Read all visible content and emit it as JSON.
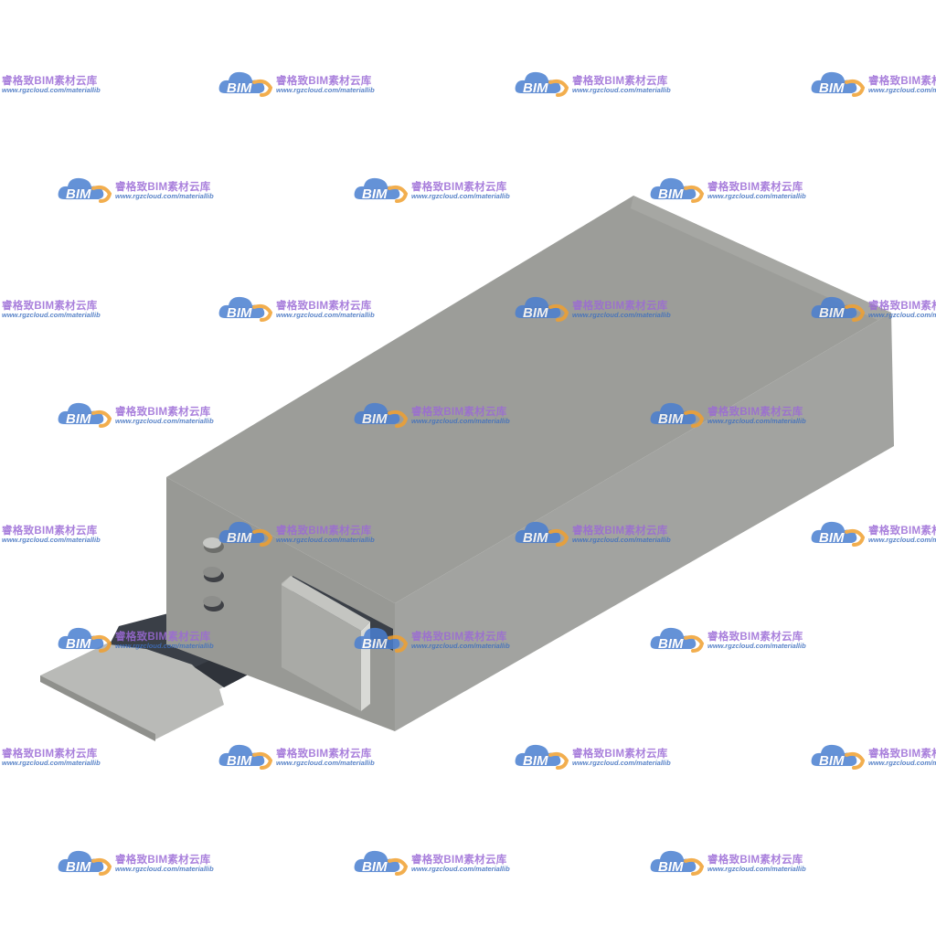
{
  "colors": {
    "background": "#ffffff",
    "top_face": "#9c9d99",
    "right_face": "#a2a3a0",
    "front_face": "#989995",
    "dark_recess": "#3a3f47",
    "plate_light": "#b9bab7",
    "plate_side": "#8f908c",
    "cloud_blue": "#4a7fd1",
    "cloud_orange": "#f0a030"
  },
  "watermark": {
    "bim_text": "BIM",
    "brand_text": "睿格致BIM素材云库",
    "url_text": "www.rgzcloud.com/materiallib",
    "icon": "cloud-bim-logo-icon"
  }
}
